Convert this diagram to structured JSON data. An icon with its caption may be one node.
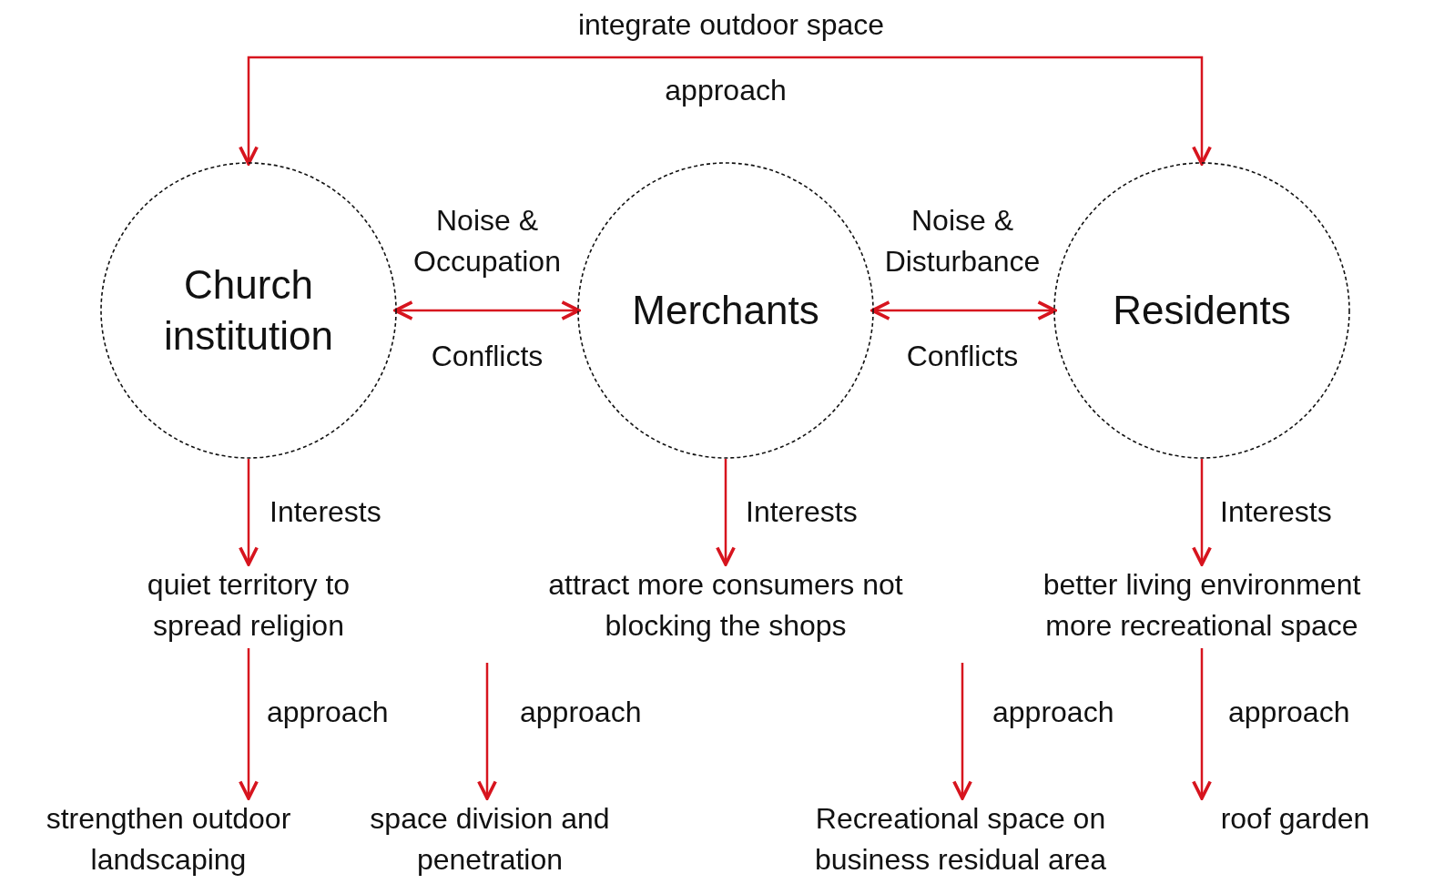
{
  "diagram": {
    "nodes": [
      {
        "text": [
          "Church institution"
        ]
      },
      {
        "text": [
          "Merchants"
        ]
      },
      {
        "text": [
          "Residents"
        ]
      },
      {
        "text": [
          "quiet territory to spread religion"
        ]
      },
      {
        "text": [
          "attract more consumers not blocking the shops"
        ]
      },
      {
        "text": [
          "better living environment more recreational space"
        ]
      },
      {
        "text": [
          "strengthen outdoor landscaping"
        ]
      },
      {
        "text": [
          "space division and penetration"
        ]
      },
      {
        "text": [
          "Recreational space on business residual area"
        ]
      },
      {
        "text": [
          "roof garden"
        ]
      }
    ],
    "edges": [
      {
        "from": 0,
        "to": 1,
        "arrow": "both",
        "label": "Conflicts"
      },
      {
        "from": 1,
        "to": 2,
        "arrow": "both",
        "label": "Conflicts"
      },
      {
        "from": 0,
        "to": 2,
        "arrow": "both",
        "label": "approach"
      },
      {
        "from": 0,
        "to": 3,
        "arrow": "to",
        "label": "Interests"
      },
      {
        "from": 1,
        "to": 4,
        "arrow": "to",
        "label": "Interests"
      },
      {
        "from": 2,
        "to": 5,
        "arrow": "to",
        "label": "Interests"
      },
      {
        "from": 3,
        "to": 6,
        "arrow": "to",
        "label": "approach"
      },
      {
        "from": null,
        "to": 7,
        "arrow": "to",
        "label": "approach"
      },
      {
        "from": null,
        "to": 8,
        "arrow": "to",
        "label": "approach"
      },
      {
        "from": 5,
        "to": 9,
        "arrow": "to",
        "label": "approach"
      }
    ],
    "labels": [
      "integrate outdoor space",
      "Noise & Occupation",
      "Noise & Disturbance"
    ]
  }
}
